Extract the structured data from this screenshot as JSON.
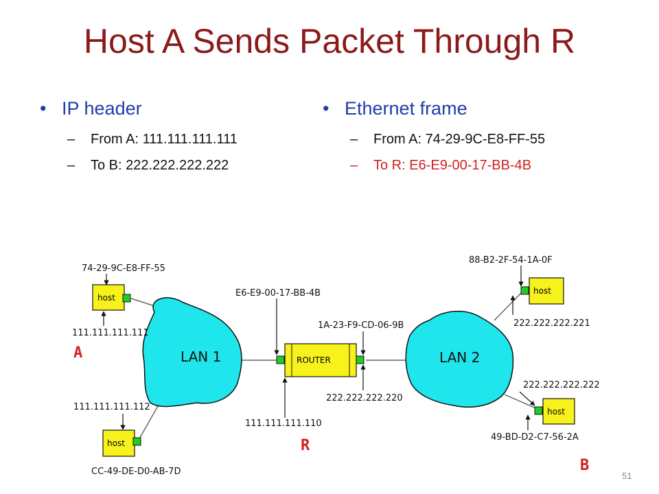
{
  "title": "Host A Sends Packet Through R",
  "left_column": {
    "heading": "IP header",
    "items": [
      "From A: 111.111.111.111",
      "To B: 222.222.222.222"
    ]
  },
  "right_column": {
    "heading": "Ethernet frame",
    "items": [
      "From A: 74-29-9C-E8-FF-55",
      "To R: E6-E9-00-17-BB-4B"
    ],
    "highlight_color": "#d42020"
  },
  "diagram": {
    "lan1": "LAN 1",
    "lan2": "LAN 2",
    "router_label": "ROUTER",
    "host_label": "host",
    "host_a_mac": "74-29-9C-E8-FF-55",
    "host_a_ip": "111.111.111.111",
    "host_bottom_ip": "111.111.111.112",
    "host_bottom_mac": "CC-49-DE-D0-AB-7D",
    "router_left_mac": "E6-E9-00-17-BB-4B",
    "router_left_ip": "111.111.111.110",
    "router_right_mac": "1A-23-F9-CD-06-9B",
    "router_right_ip": "222.222.222.220",
    "host_top_right_mac": "88-B2-2F-54-1A-0F",
    "host_top_right_ip": "222.222.222.221",
    "host_b_ip": "222.222.222.222",
    "host_b_mac": "49-BD-D2-C7-56-2A",
    "lan_color": "#1ee6ec",
    "device_color": "#f8f21c",
    "nic_color": "#22cc22"
  },
  "labels": {
    "a": "A",
    "r": "R",
    "b": "B"
  },
  "page_number": "51"
}
